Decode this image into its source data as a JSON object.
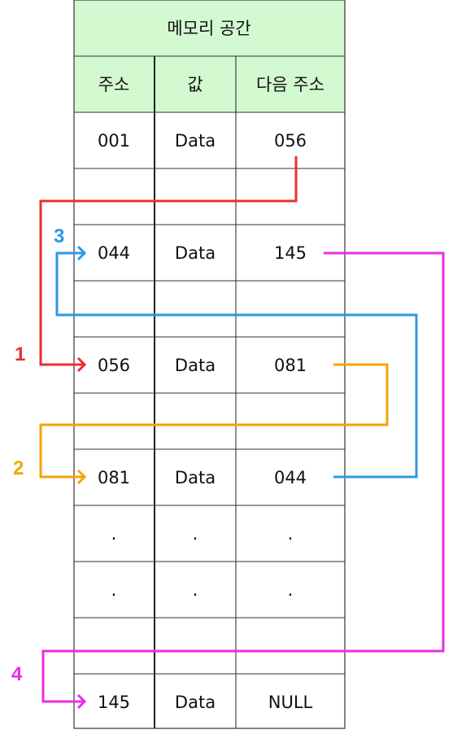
{
  "header": {
    "title": "메모리 공간"
  },
  "columns": [
    "주소",
    "값",
    "다음 주소"
  ],
  "rows": [
    {
      "addr": "001",
      "val": "Data",
      "next": "056"
    },
    {
      "addr": "",
      "val": "",
      "next": ""
    },
    {
      "addr": "044",
      "val": "Data",
      "next": "145"
    },
    {
      "addr": "",
      "val": "",
      "next": ""
    },
    {
      "addr": "056",
      "val": "Data",
      "next": "081"
    },
    {
      "addr": "",
      "val": "",
      "next": ""
    },
    {
      "addr": "081",
      "val": "Data",
      "next": "044"
    },
    {
      "addr": ".",
      "val": ".",
      "next": "."
    },
    {
      "addr": ".",
      "val": ".",
      "next": "."
    },
    {
      "addr": "",
      "val": "",
      "next": ""
    },
    {
      "addr": "145",
      "val": "Data",
      "next": "NULL"
    }
  ],
  "steps": [
    {
      "label": "1",
      "color": "#ee2d2d"
    },
    {
      "label": "2",
      "color": "#f5a400"
    },
    {
      "label": "3",
      "color": "#2f97e3"
    },
    {
      "label": "4",
      "color": "#e62ee6"
    }
  ],
  "colors": {
    "header_bg": "#d3f9d0",
    "grid": "#333333"
  }
}
